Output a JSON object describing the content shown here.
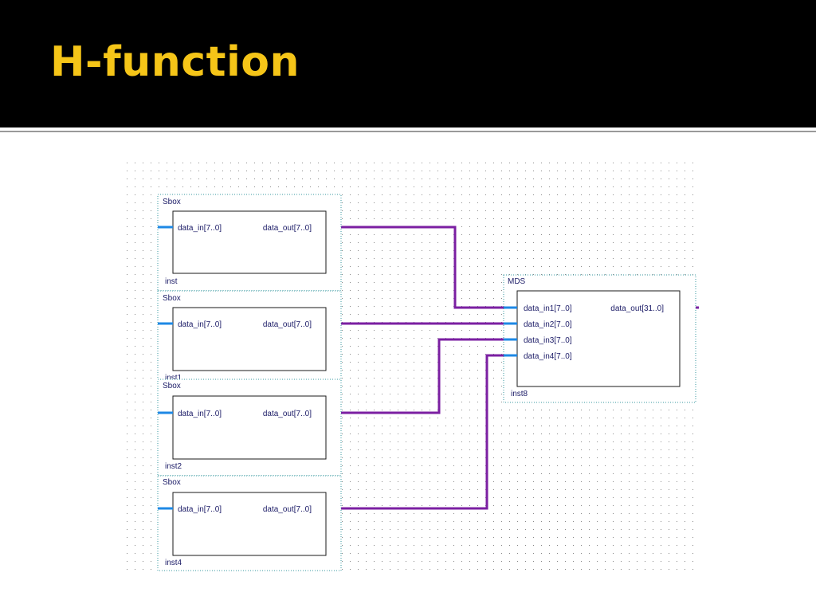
{
  "title": "H-function",
  "colors": {
    "header_bg": "#000000",
    "title": "#f5c518",
    "bus_wire": "#7b1fa2",
    "input_stub": "#1e88e5",
    "label_text": "#1a1a66",
    "grid_dot": "#8a8a8a"
  },
  "sboxes": [
    {
      "type": "Sbox",
      "port_in": "data_in[7..0]",
      "port_out": "data_out[7..0]",
      "instance": "inst"
    },
    {
      "type": "Sbox",
      "port_in": "data_in[7..0]",
      "port_out": "data_out[7..0]",
      "instance": "inst1"
    },
    {
      "type": "Sbox",
      "port_in": "data_in[7..0]",
      "port_out": "data_out[7..0]",
      "instance": "inst2"
    },
    {
      "type": "Sbox",
      "port_in": "data_in[7..0]",
      "port_out": "data_out[7..0]",
      "instance": "inst4"
    }
  ],
  "mds": {
    "type": "MDS",
    "inputs": [
      "data_in1[7..0]",
      "data_in2[7..0]",
      "data_in3[7..0]",
      "data_in4[7..0]"
    ],
    "output": "data_out[31..0]",
    "instance": "inst8"
  }
}
